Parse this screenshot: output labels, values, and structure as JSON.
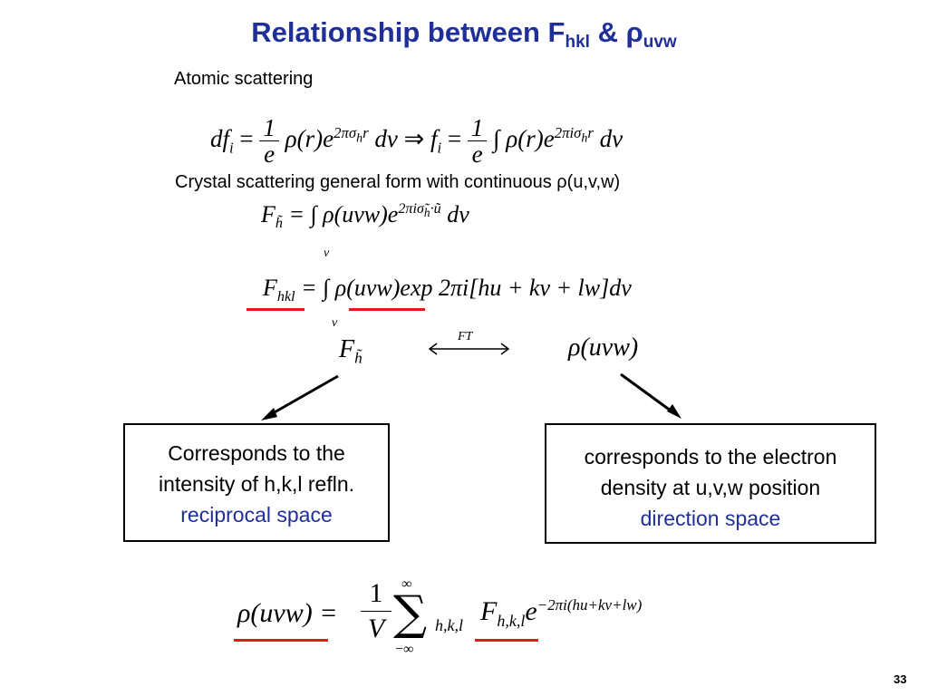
{
  "slide": {
    "title_main": "Relationship between F",
    "title_sub1": "hkl",
    "title_amp": " & ρ",
    "title_sub2": "uvw",
    "label_atomic": "Atomic scattering",
    "label_crystal": "Crystal scattering general form with continuous ρ(u,v,w)",
    "page_number": "33"
  },
  "eq1": {
    "lhs": "df",
    "lhs_sub": "i",
    "eq": "=",
    "frac_num": "1",
    "frac_den": "e",
    "body1": "ρ(r)e",
    "exp1": "2πσ",
    "exp1_sub": "h",
    "exp1_tail": "r",
    "dv1": "dv",
    "implies": "⇒",
    "rhs": "f",
    "rhs_sub": "i",
    "body2": "∫ ρ(r)e",
    "exp2": "2πiσ",
    "exp2_sub": "h",
    "exp2_tail": "r",
    "dv2": "dv"
  },
  "eq2": {
    "lhs": "F",
    "lhs_sub": "h̃",
    "body": "= ∫ ρ(uvw)e",
    "exp": "2πiσ̃",
    "exp_sub": "h",
    "exp_tail": "·ũ",
    "dv": "dv",
    "lower": "v"
  },
  "eq3": {
    "lhs": "F",
    "lhs_sub": "hkl",
    "body": "= ∫ ρ(uvw)exp 2πi[hu + kv + lw]dv",
    "lower": "v"
  },
  "ft": {
    "left": "F",
    "left_sub": "h̃",
    "arrow_label": "FT",
    "right": "ρ(uvw)"
  },
  "box_left": {
    "line1": "Corresponds to the",
    "line2": "intensity of h,k,l refln.",
    "line3": "reciprocal space"
  },
  "box_right": {
    "line1": "corresponds to the electron",
    "line2": "density at u,v,w position",
    "line3": "direction space"
  },
  "eq4": {
    "lhs": "ρ(uvw) =",
    "frac_num": "1",
    "frac_den": "V",
    "sum_top": "∞",
    "sum": "∑",
    "sum_bottom": "−∞",
    "sum_index": "h,k,l",
    "F": "F",
    "F_sub": "h,k,l",
    "e": "e",
    "exp": "−2πi(hu+kv+lw)"
  },
  "colors": {
    "title": "#1f2f9a",
    "accent_text": "#1f2f9a",
    "underline": "#e21a1a"
  }
}
